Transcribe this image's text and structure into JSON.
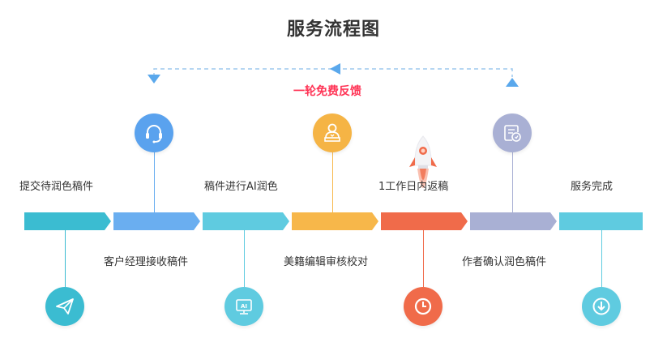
{
  "title": "服务流程图",
  "feedback_label": "一轮免费反馈",
  "steps_top": [
    {
      "label": "提交待润色稿件",
      "color": "#3bbcd1"
    },
    {
      "label": "稿件进行AI润色",
      "color": "#5fcbe0"
    },
    {
      "label": "1工作日内返稿",
      "color": "#f06b4a"
    },
    {
      "label": "服务完成",
      "color": "#5fcbe0"
    }
  ],
  "steps_bottom": [
    {
      "label": "客户经理接收稿件",
      "color": "#6aaef0"
    },
    {
      "label": "美籍编辑审核校对",
      "color": "#f7b74a"
    },
    {
      "label": "作者确认润色稿件",
      "color": "#a9b0d4"
    }
  ],
  "icons_top": [
    {
      "name": "headset-icon",
      "color": "#5aa2ee"
    },
    {
      "name": "editor-person-icon",
      "color": "#f5b445"
    },
    {
      "name": "rocket-icon",
      "color": "#f06b4a"
    },
    {
      "name": "certificate-icon",
      "color": "#a9b0d4"
    }
  ],
  "icons_bottom": [
    {
      "name": "paper-plane-icon",
      "color": "#3bbcd1"
    },
    {
      "name": "ai-screen-icon",
      "color": "#5fcbe0"
    },
    {
      "name": "clock-icon",
      "color": "#f06b4a"
    },
    {
      "name": "download-icon",
      "color": "#5fcbe0"
    }
  ],
  "colors": {
    "dashed_line": "#9ec9ee",
    "arrow_blue": "#5aa8ec",
    "feedback_text": "#ff3355"
  }
}
